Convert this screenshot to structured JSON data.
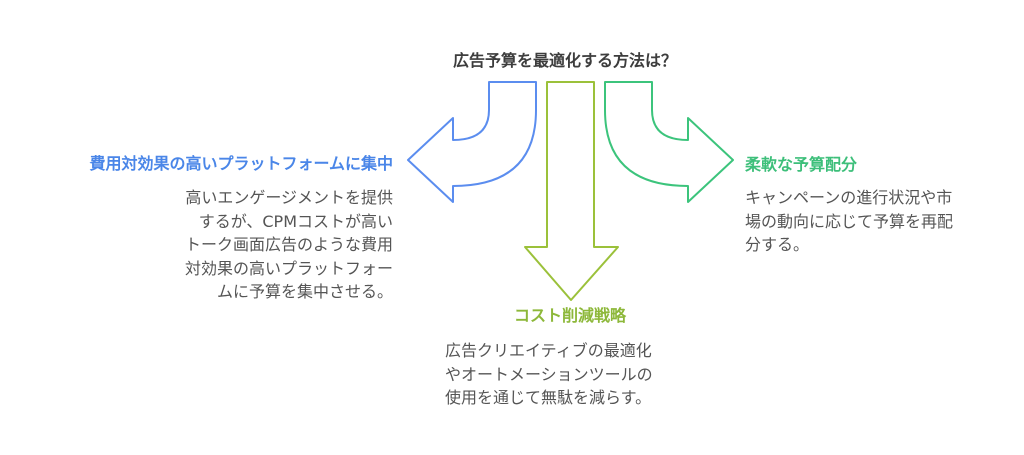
{
  "title": "広告予算を最適化する方法は？",
  "colors": {
    "blue": "#5b8def",
    "olive": "#9bc13a",
    "green": "#3cc47c"
  },
  "branches": [
    {
      "heading": "費用対効果の高いプラットフォームに集中",
      "lines": [
        "高いエンゲージメントを提供",
        "するが、CPMコストが高い",
        "トーク画面広告のような費用",
        "対効果の高いプラットフォー",
        "ムに予算を集中させる。"
      ]
    },
    {
      "heading": "コスト削減戦略",
      "lines": [
        "広告クリエイティブの最適化",
        "やオートメーションツールの",
        "使用を通じて無駄を減らす。"
      ]
    },
    {
      "heading": "柔軟な予算配分",
      "lines": [
        "キャンペーンの進行状況や市",
        "場の動向に応じて予算を再配",
        "分する。"
      ]
    }
  ]
}
